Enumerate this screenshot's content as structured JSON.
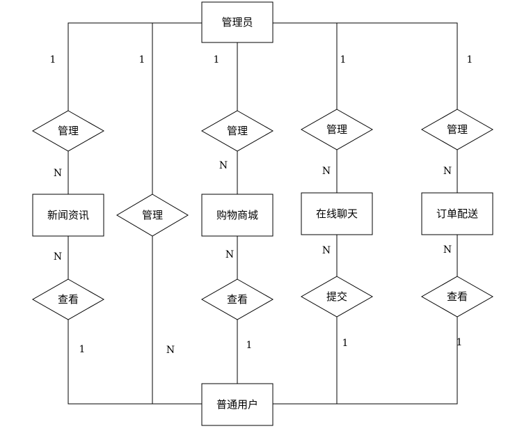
{
  "entities": {
    "admin": "管理员",
    "news": "新闻资讯",
    "mall": "购物商城",
    "chat": "在线聊天",
    "delivery": "订单配送",
    "user": "普通用户"
  },
  "relations": {
    "manage_news": "管理",
    "manage_user": "管理",
    "manage_mall": "管理",
    "manage_chat": "管理",
    "manage_delivery": "管理",
    "view_news": "查看",
    "view_mall": "查看",
    "submit_chat": "提交",
    "view_delivery": "查看"
  },
  "cardinalities": {
    "admin_news": "1",
    "admin_user": "1",
    "admin_mall": "1",
    "admin_chat": "1",
    "admin_delivery": "1",
    "news_manage": "N",
    "mall_manage": "N",
    "chat_manage": "N",
    "delivery_manage": "N",
    "news_view": "N",
    "mall_view": "N",
    "chat_submit": "N",
    "delivery_view": "N",
    "user_news": "1",
    "user_manage": "N",
    "user_mall": "1",
    "user_chat": "1",
    "user_delivery": "1"
  }
}
